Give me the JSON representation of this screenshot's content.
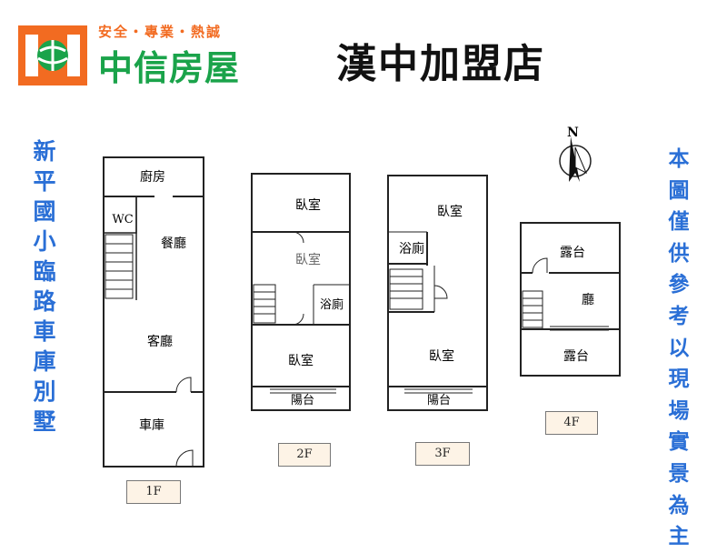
{
  "header": {
    "slogan": "安全・專業・熱誠",
    "brand": "中信房屋",
    "store": "漢中加盟店"
  },
  "side_notes": {
    "left": "新平國小臨路車庫別墅",
    "right": "本圖僅供參考以現場實景為主"
  },
  "floors": {
    "f1": {
      "tag": "1F",
      "rooms": {
        "kitchen": "廚房",
        "wc": "WC",
        "dining": "餐廳",
        "living": "客廳",
        "garage": "車庫"
      }
    },
    "f2": {
      "tag": "2F",
      "rooms": {
        "bed_top": "臥室",
        "bed_mid": "臥室",
        "bath": "浴廁",
        "bed_bottom": "臥室",
        "balcony": "陽台"
      }
    },
    "f3": {
      "tag": "3F",
      "rooms": {
        "bed_top": "臥室",
        "bath": "浴廁",
        "bed_bottom": "臥室",
        "balcony": "陽台"
      }
    },
    "f4": {
      "tag": "4F",
      "rooms": {
        "terrace_top": "露台",
        "hall": "廳",
        "terrace_bottom": "露台"
      }
    }
  },
  "compass": {
    "north_label": "N"
  },
  "colors": {
    "brand_orange": "#f26b21",
    "brand_green": "#1aa34a",
    "note_blue": "#2a6fd6"
  }
}
